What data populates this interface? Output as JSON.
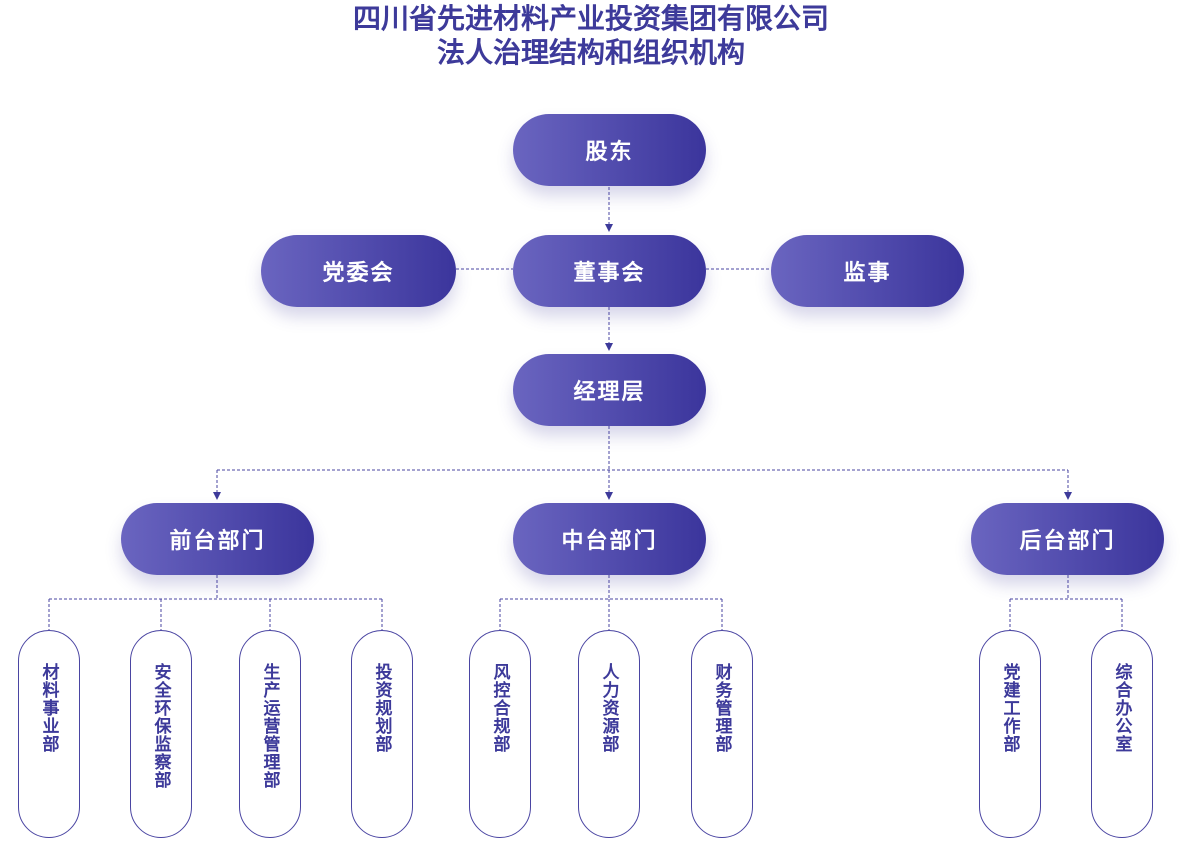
{
  "title": {
    "line1": "四川省先进材料产业投资集团有限公司",
    "line2": "法人治理结构和组织机构"
  },
  "nodes": {
    "shareholders": "股东",
    "party_committee": "党委会",
    "board": "董事会",
    "supervisor": "监事",
    "management": "经理层",
    "front_office": "前台部门",
    "middle_office": "中台部门",
    "back_office": "后台部门"
  },
  "departments": {
    "front": [
      "材料事业部",
      "安全环保监察部",
      "生产运营管理部",
      "投资规划部"
    ],
    "middle": [
      "风控合规部",
      "人力资源部",
      "财务管理部"
    ],
    "back": [
      "党建工作部",
      "综合办公室"
    ]
  },
  "colors": {
    "title": "#3d3a9a",
    "pill_start": "#6a65c0",
    "pill_end": "#3b359c",
    "line": "#4a45a2"
  }
}
